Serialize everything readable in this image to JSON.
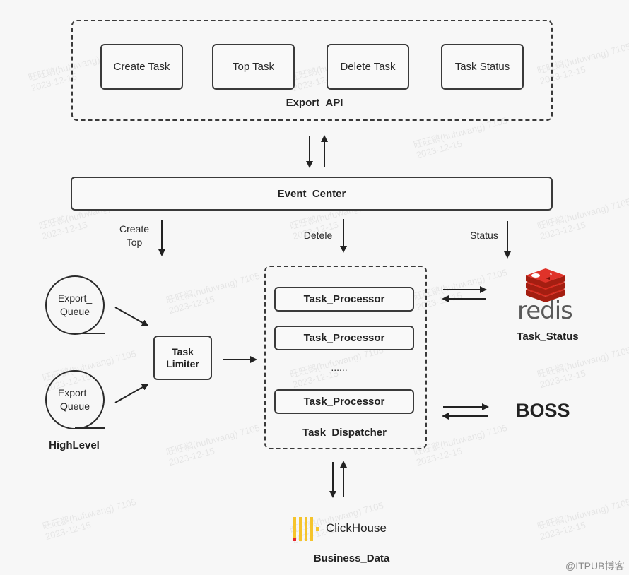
{
  "export_api": {
    "title": "Export_API",
    "buttons": [
      "Create Task",
      "Top Task",
      "Delete Task",
      "Task Status"
    ]
  },
  "event_center": {
    "title": "Event_Center"
  },
  "edge_labels": {
    "create_top": "Create\nTop",
    "delete": "Detele",
    "status": "Status"
  },
  "queues": {
    "items": [
      "Export_\nQueue",
      "Export_\nQueue"
    ],
    "group_label": "HighLevel"
  },
  "task_limiter": {
    "label": "Task\nLimiter"
  },
  "task_dispatcher": {
    "title": "Task_Dispatcher",
    "processors": [
      "Task_Processor",
      "Task_Processor",
      "Task_Processor"
    ],
    "ellipsis": "......"
  },
  "redis": {
    "logo_text": "redis",
    "label": "Task_Status",
    "colors": {
      "logo": "#d82c20",
      "text": "#5a5a5a"
    }
  },
  "boss": {
    "label": "BOSS"
  },
  "clickhouse": {
    "logo_text": "ClickHouse",
    "label": "Business_Data",
    "colors": {
      "bars": "#f5c42c",
      "accent": "#e8242b"
    }
  },
  "watermark": {
    "text": "旺旺鹟(hufuwang) 7105\n2023-12-15"
  },
  "footer": {
    "credit": "@ITPUB博客"
  }
}
